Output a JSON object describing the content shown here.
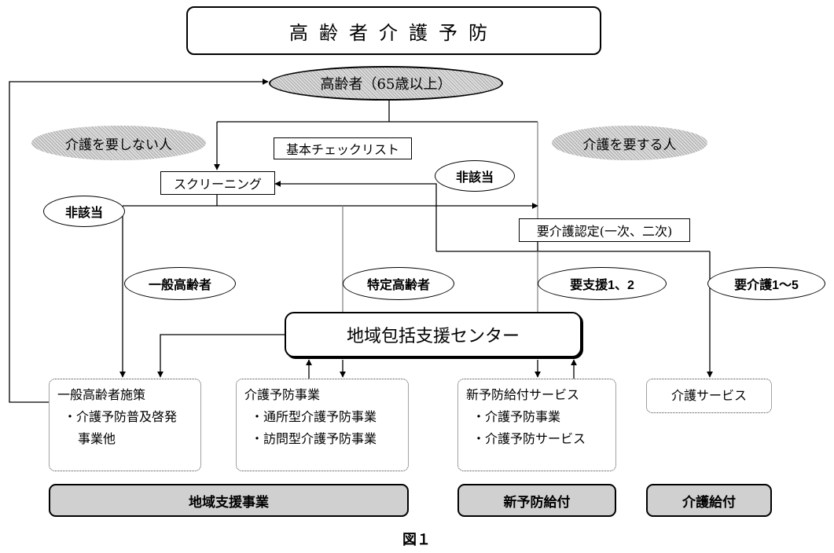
{
  "title": "高齢者介護予防",
  "elderly": "高齢者（65歳以上）",
  "no_care_needed": "介護を要しない人",
  "care_needed": "介護を要する人",
  "basic_checklist": "基本チェックリスト",
  "screening": "スクリーニング",
  "not_applicable_left": "非該当",
  "not_applicable_right": "非該当",
  "certification": "要介護認定(一次、二次)",
  "general_elderly": "一般高齢者",
  "specific_elderly": "特定高齢者",
  "support_levels": "要支援1、2",
  "care_levels": "要介護1～5",
  "center": "地域包括支援センター",
  "boxes": {
    "general_measures": {
      "title": "一般高齢者施策",
      "items": [
        "・介護予防普及啓発",
        "事業他"
      ]
    },
    "prevention_projects": {
      "title": "介護予防事業",
      "items": [
        "・通所型介護予防事業",
        "・訪問型介護予防事業"
      ]
    },
    "new_prevention_services": {
      "title": "新予防給付サービス",
      "items": [
        "・介護予防事業",
        "・介護予防サービス"
      ]
    },
    "care_services": {
      "title": "介護サービス"
    }
  },
  "footer_bars": {
    "community_support": "地域支援事業",
    "new_prevention_benefits": "新予防給付",
    "care_benefits": "介護給付"
  },
  "caption": "図１"
}
